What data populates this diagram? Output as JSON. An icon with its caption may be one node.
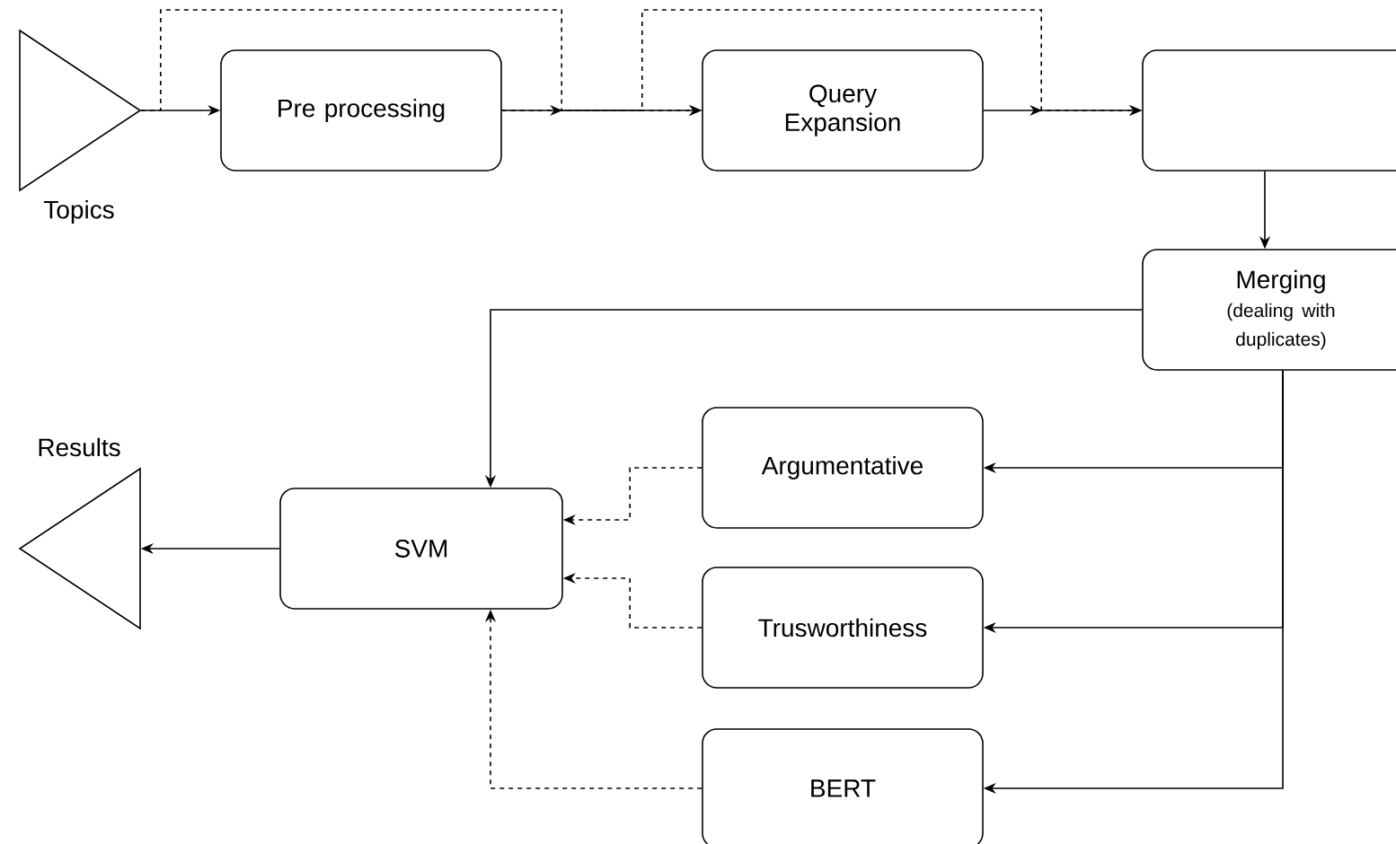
{
  "diagram": {
    "nodes": [
      {
        "text": [
          "Topics"
        ]
      },
      {
        "text": [
          "Pre processing"
        ]
      },
      {
        "text": [
          "Query Expansion"
        ]
      },
      {
        "text": [],
        "shape": "box"
      },
      {
        "text": [
          "Merging",
          "(dealing with duplicates)"
        ]
      },
      {
        "text": [
          "Argumentative"
        ]
      },
      {
        "text": [
          "Trusworthiness"
        ]
      },
      {
        "text": [
          "BERT"
        ]
      },
      {
        "text": [
          "SVM"
        ]
      },
      {
        "text": [
          "Results"
        ]
      }
    ],
    "edges": [
      {
        "from": 0,
        "to": 1,
        "arrow": "to"
      },
      {
        "from": 0,
        "to": 2,
        "arrow": "to",
        "style": "dashed"
      },
      {
        "from": 1,
        "to": 2,
        "arrow": "to"
      },
      {
        "from": 1,
        "to": 3,
        "arrow": "to",
        "style": "dashed"
      },
      {
        "from": 2,
        "to": 3,
        "arrow": "to"
      },
      {
        "from": 3,
        "to": 4,
        "arrow": "to"
      },
      {
        "from": 4,
        "to": 8,
        "arrow": "to"
      },
      {
        "from": 4,
        "to": 5,
        "arrow": "to"
      },
      {
        "from": 4,
        "to": 6,
        "arrow": "to"
      },
      {
        "from": 4,
        "to": 7,
        "arrow": "to"
      },
      {
        "from": 5,
        "to": 8,
        "arrow": "to",
        "style": "dashed"
      },
      {
        "from": 6,
        "to": 8,
        "arrow": "to",
        "style": "dashed"
      },
      {
        "from": 7,
        "to": 8,
        "arrow": "to",
        "style": "dashed"
      },
      {
        "from": 8,
        "to": 9,
        "arrow": "to"
      }
    ]
  }
}
